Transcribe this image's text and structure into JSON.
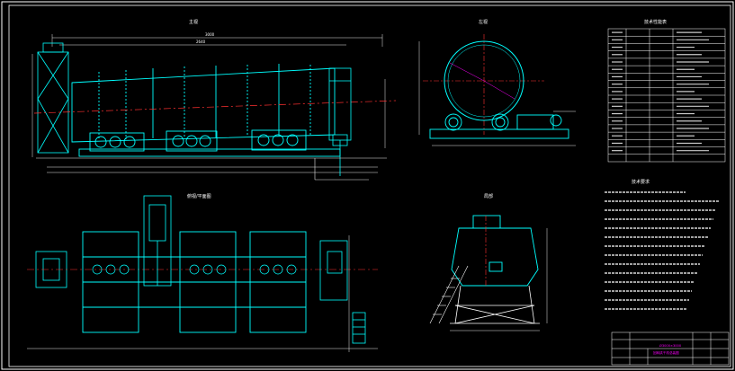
{
  "canvas": {
    "background": "#000000"
  },
  "colors": {
    "frame": "#ffffff",
    "equipment": "#00ffff",
    "centerline": "#ff3030",
    "dimension": "#e8e8e8",
    "accent": "#ff00ff",
    "hatch": "#00c8c8",
    "title_text": "#ffff00",
    "notes_text": "#e0e0e0"
  },
  "views": {
    "main": {
      "title": "主视"
    },
    "side": {
      "title": "左视"
    },
    "plan": {
      "title": "俯视/平面图"
    },
    "section": {
      "title": "局部"
    }
  },
  "dimensions": {
    "overall_length": "3000",
    "drum_length": "2640"
  },
  "spec_table": {
    "title": "技术性能表",
    "rows": 18
  },
  "notes": {
    "title": "技术要求",
    "lines": 14
  },
  "title_block": {
    "drawing_name_1": "Ø3000×3000",
    "drawing_name_2": "回转烘干机总装图"
  }
}
